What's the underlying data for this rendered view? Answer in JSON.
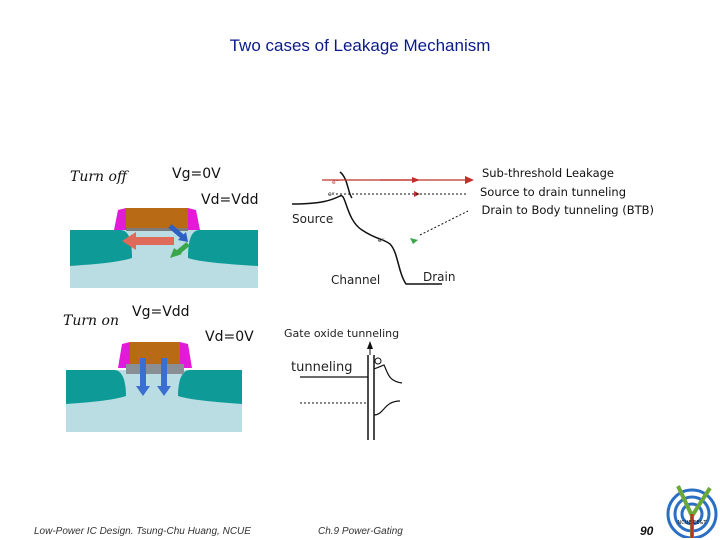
{
  "slide": {
    "title": "Two cases of Leakage Mechanism",
    "off_case": {
      "label": "Turn off",
      "vg": "Vg=0V",
      "vd": "Vd=Vdd"
    },
    "on_case": {
      "label": "Turn on",
      "vg": "Vg=Vdd",
      "vd": "Vd=0V"
    },
    "legend": [
      "Sub-threshold Leakage",
      "Source to drain tunneling",
      "Drain to Body tunneling (BTB)"
    ],
    "band_diagram": {
      "source": "Source",
      "channel": "Channel",
      "drain": "Drain"
    },
    "gate_oxide": {
      "caption": "Gate oxide tunneling",
      "tunneling": "tunneling"
    },
    "footer": {
      "left": "Low-Power IC Design. Tsung-Chu Huang, NCUE",
      "center": "Ch.9 Power-Gating",
      "page": "90"
    },
    "logo_text": "NCUE EE&T"
  },
  "colors": {
    "title": "#0a1a8c",
    "substrate": "#b9dde3",
    "well": "#0e9a96",
    "gate": "#b86a14",
    "spacer": "#e31ad8",
    "arrow_red": "#c0302b",
    "arrow_green": "#3aa64a",
    "arrow_blue": "#3a6fd1"
  }
}
